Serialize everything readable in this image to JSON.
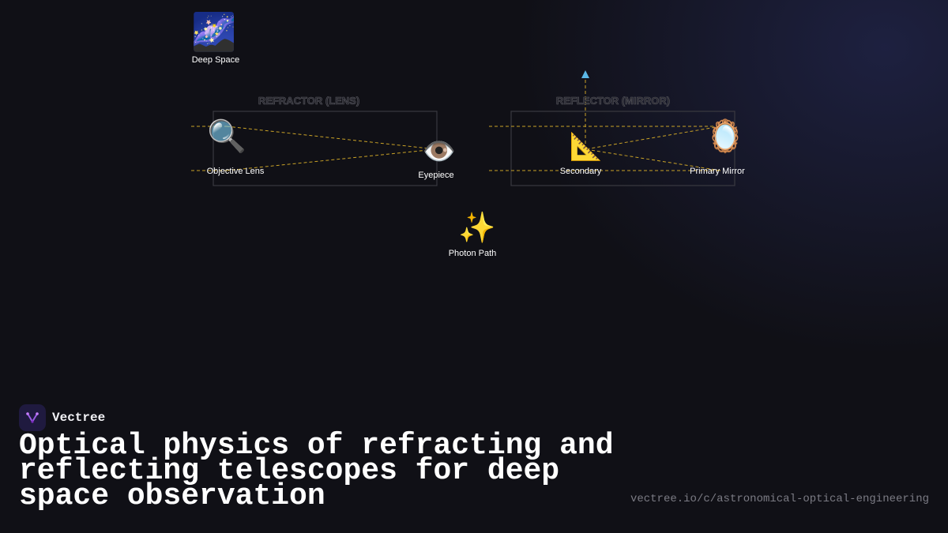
{
  "diagram": {
    "nodes": {
      "deep_space": {
        "icon": "milky-way-icon",
        "emoji": "🌌",
        "label": "Deep Space"
      },
      "objective_lens": {
        "icon": "magnifying-glass-icon",
        "emoji": "🔍",
        "label": "Objective Lens"
      },
      "eyepiece": {
        "icon": "eye-icon",
        "emoji": "👁️",
        "label": "Eyepiece"
      },
      "secondary": {
        "icon": "triangular-ruler-icon",
        "emoji": "📐",
        "label": "Secondary"
      },
      "primary_mirror": {
        "icon": "mirror-icon",
        "emoji": "🪞",
        "label": "Primary Mirror"
      },
      "photon_path": {
        "icon": "sparkles-icon",
        "emoji": "✨",
        "label": "Photon Path"
      }
    },
    "groups": {
      "refractor": {
        "title": "REFRACTOR (LENS)"
      },
      "reflector": {
        "title": "REFLECTOR (MIRROR)"
      }
    },
    "colors": {
      "light_ray": "#c9a227",
      "exit_arrow": "#5bb8e8",
      "group_border": "#3a3a40"
    }
  },
  "brand": {
    "name": "Vectree",
    "icon": "vectree-logo-icon"
  },
  "title": "Optical physics of refracting and reflecting telescopes for deep space observation",
  "source_url": "vectree.io/c/astronomical-optical-engineering"
}
